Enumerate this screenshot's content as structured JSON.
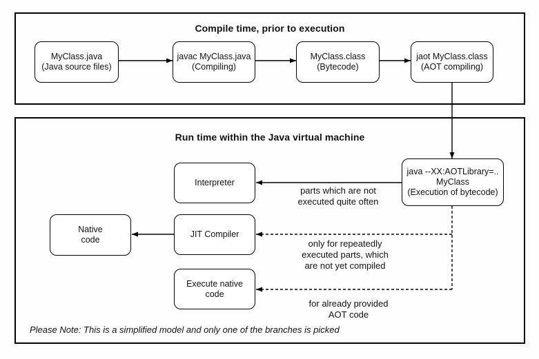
{
  "colors": {
    "stroke": "#000000",
    "background": "#ffffff",
    "text": "#111111"
  },
  "compile_section": {
    "title": "Compile time, prior to execution",
    "nodes": [
      {
        "line1": "MyClass.java",
        "line2": "(Java source files)"
      },
      {
        "line1": "javac MyClass.java",
        "line2": "(Compiling)"
      },
      {
        "line1": "MyClass.class",
        "line2": "(Bytecode)"
      },
      {
        "line1": "jaot MyClass.class",
        "line2": "(AOT compiling)"
      }
    ]
  },
  "runtime_section": {
    "title": "Run time within the Java virtual machine",
    "nodes": {
      "interpreter": {
        "line1": "Interpreter"
      },
      "execution": {
        "line1": "java --XX:AOTLibrary=..",
        "line2": "MyClass",
        "line3": "(Execution of bytecode)"
      },
      "native_code": {
        "line1": "Native",
        "line2": "code"
      },
      "jit_compiler": {
        "line1": "JIT Compiler"
      },
      "execute_native_code": {
        "line1": "Execute native code"
      }
    },
    "edge_labels": {
      "to_interpreter": {
        "line1": "parts which are not",
        "line2": "executed quite often"
      },
      "to_jit": {
        "line1": "only for repeatedly",
        "line2": "executed parts, which",
        "line3": "are not yet compiled"
      },
      "to_execute_native": {
        "line1": "for already provided",
        "line2": "AOT code"
      }
    },
    "note": "Please Note: This is a simplified model and only one of the branches is picked"
  }
}
